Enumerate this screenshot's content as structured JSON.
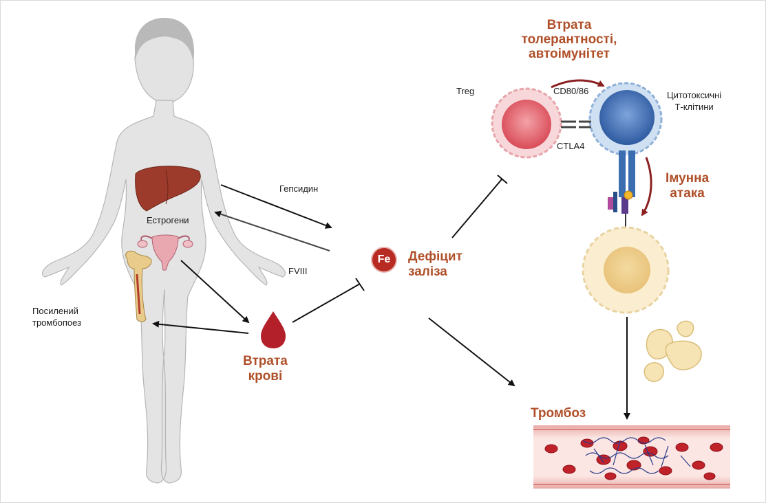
{
  "labels": {
    "hepcidin": "Гепсидин",
    "estrogens": "Естрогени",
    "fviii": "FVIII",
    "thrombopoiesis": [
      "Посилений",
      "тромбопоез"
    ],
    "treg": "Treg",
    "cd80": "CD80/86",
    "ctla4": "CTLA4",
    "cytotoxic": [
      "Цитотоксичні",
      "Т-клітини"
    ]
  },
  "headings": {
    "blood_loss": [
      "Втрата",
      "крові"
    ],
    "iron_deficiency": [
      "Дефіцит",
      "заліза"
    ],
    "tolerance_loss": [
      "Втрата",
      "толерантності,",
      "автоімунітет"
    ],
    "immune_attack": [
      "Імунна",
      "атака"
    ],
    "thrombosis": "Тромбоз"
  },
  "fe_symbol": "Fe",
  "colors": {
    "heading": "#b0502a",
    "arrow": "#111111",
    "fe_circle": "#b82b22",
    "body_fill": "#e4e4e4",
    "treg_cell": "#e66a73",
    "cytotoxic_cell": "#3f6db0",
    "target_cell": "#f3dfad",
    "vessel": "#f4d3cf",
    "blood_cell": "#c0222a"
  }
}
